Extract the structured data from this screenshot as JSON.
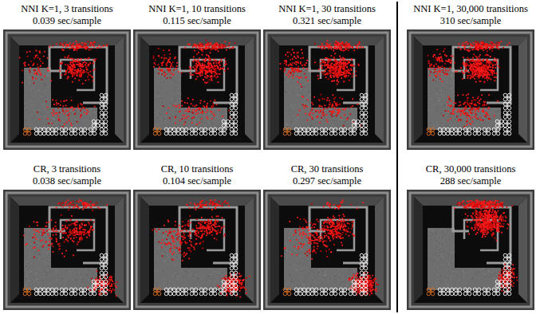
{
  "diagram": {
    "labels": [
      "NNI K=1, 3 transitions",
      "0.039 sec/sample",
      "NNI K=1, 10 transitions",
      "0.115 sec/sample",
      "NNI K=1, 30 transitions",
      "0.321 sec/sample",
      "NNI K=1, 30,000 transitions",
      "310 sec/sample",
      "CR, 3 transitions",
      "0.038 sec/sample",
      "CR, 10 transitions",
      "0.104 sec/sample",
      "CR, 30 transitions",
      "0.297 sec/sample",
      "CR, 30,000 transitions",
      "288 sec/sample"
    ]
  }
}
